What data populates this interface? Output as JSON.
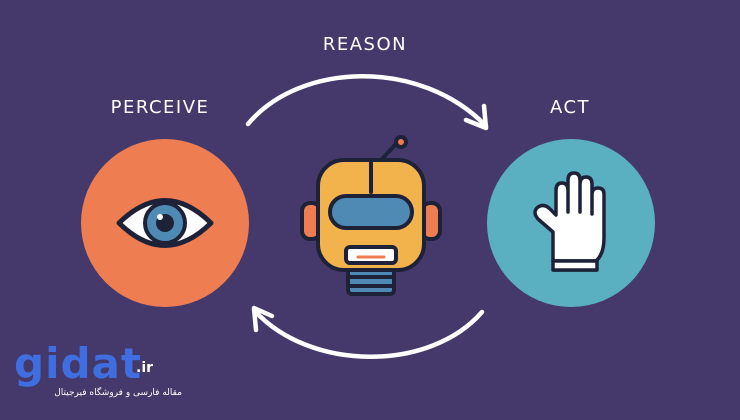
{
  "labels": {
    "reason": "REASON",
    "perceive": "PERCEIVE",
    "act": "ACT"
  },
  "icons": {
    "perceive": "eye-icon",
    "reason": "robot-head-icon",
    "act": "raised-hand-icon"
  },
  "colors": {
    "background": "#44396a",
    "perceive_circle": "#ee7e52",
    "act_circle": "#5ab0c0",
    "robot_body": "#f2b24c",
    "robot_visor": "#4f8ab4",
    "arrows": "#ffffff"
  },
  "watermark": {
    "brand": "gidat",
    "tld": ".ir",
    "tagline": "مقاله فارسی و فروشگاه فیرجیتال"
  }
}
